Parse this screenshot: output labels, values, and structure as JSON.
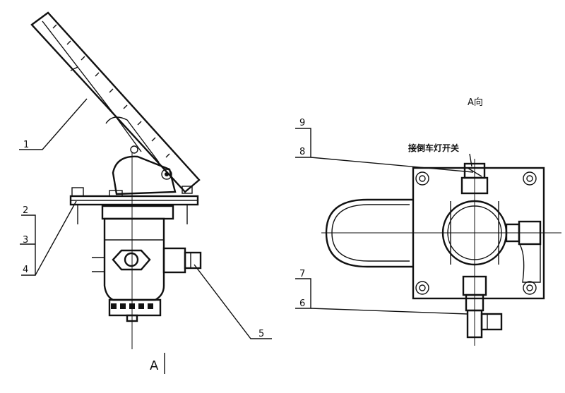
{
  "view_a_label": "A向",
  "section_label": "A",
  "annotation_cn": "接倒车灯开关",
  "callouts": {
    "c1": "1",
    "c2": "2",
    "c3": "3",
    "c4": "4",
    "c5": "5",
    "c6": "6",
    "c7": "7",
    "c8": "8",
    "c9": "9"
  }
}
